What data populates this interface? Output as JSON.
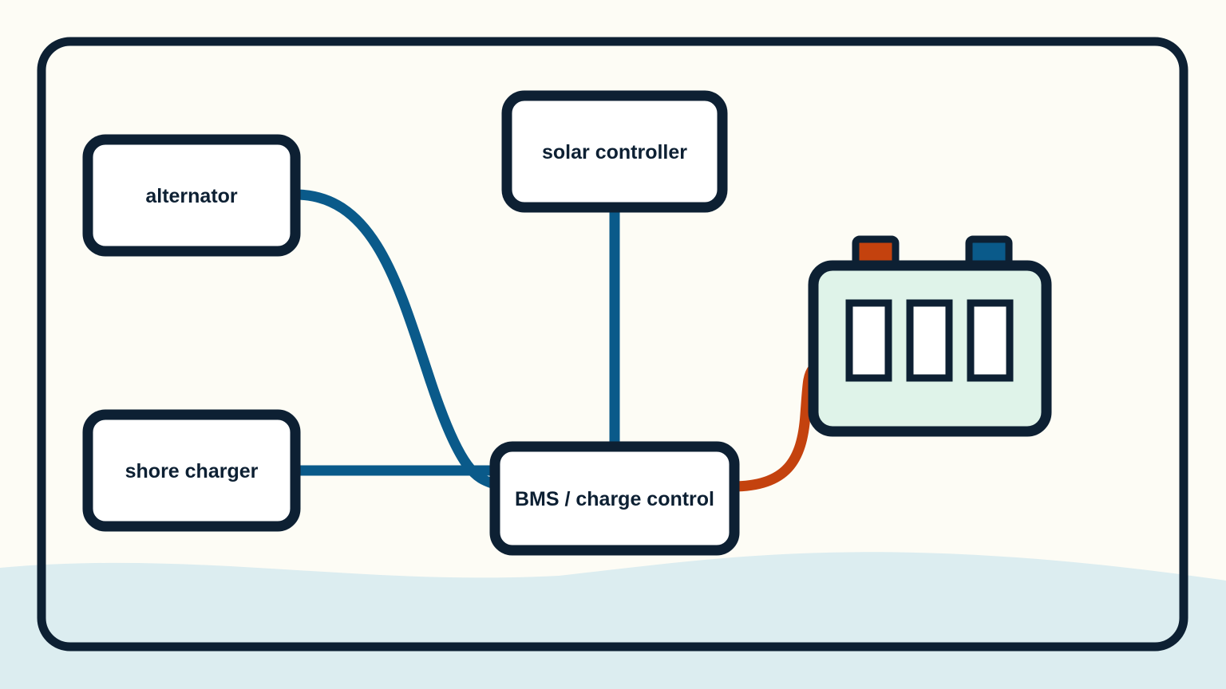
{
  "nodes": {
    "alternator": "alternator",
    "shore_charger": "shore charger",
    "solar_controller": "solar controller",
    "bms": "BMS / charge control"
  },
  "colors": {
    "background": "#fdfcf5",
    "wave": "#dcedf0",
    "outline": "#0d2033",
    "box_fill": "#ffffff",
    "dc_wire": "#0a5a8a",
    "battery_wire": "#c4420e",
    "battery_body": "#dff3e9",
    "terminal_positive": "#c4420e",
    "terminal_negative": "#0a5a8a"
  },
  "icons": {
    "battery": "battery-icon",
    "positive_terminal": "positive-terminal-icon",
    "negative_terminal": "negative-terminal-icon"
  }
}
